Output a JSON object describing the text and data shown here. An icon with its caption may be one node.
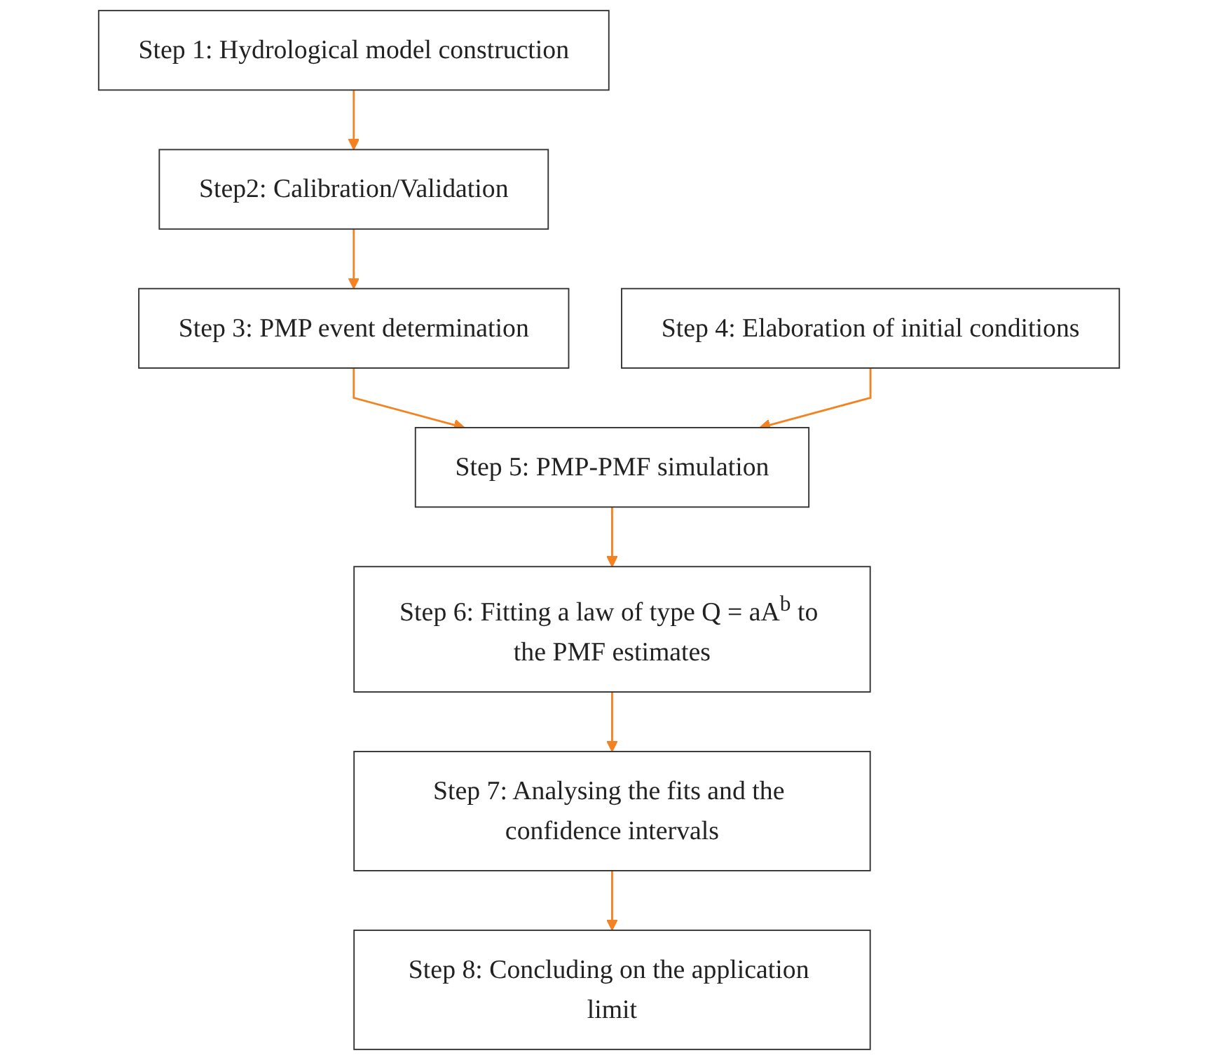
{
  "diagram": {
    "nodes": [
      {
        "text": [
          "Step 1: Hydrological model construction"
        ]
      },
      {
        "text": [
          "Step2: Calibration/Validation"
        ]
      },
      {
        "text": [
          "Step 3: PMP event determination"
        ]
      },
      {
        "text": [
          "Step 4: Elaboration of initial conditions"
        ]
      },
      {
        "text": [
          "Step 5: PMP-PMF simulation"
        ]
      },
      {
        "text": [
          "Step 6: Fitting a law of type Q = aA$^{b}$ to the PMF estimates"
        ]
      },
      {
        "text": [
          "Step 7: Analysing the fits and the confidence intervals"
        ]
      },
      {
        "text": [
          "Step 8: Concluding on the application limit"
        ]
      }
    ],
    "edges": [
      {
        "from": 0,
        "to": 1,
        "arrow": "to"
      },
      {
        "from": 1,
        "to": 2,
        "arrow": "to"
      },
      {
        "from": 2,
        "to": 4,
        "arrow": "to"
      },
      {
        "from": 3,
        "to": 4,
        "arrow": "to"
      },
      {
        "from": 4,
        "to": 5,
        "arrow": "to"
      },
      {
        "from": 5,
        "to": 6,
        "arrow": "to"
      },
      {
        "from": 6,
        "to": 7,
        "arrow": "to"
      }
    ]
  }
}
